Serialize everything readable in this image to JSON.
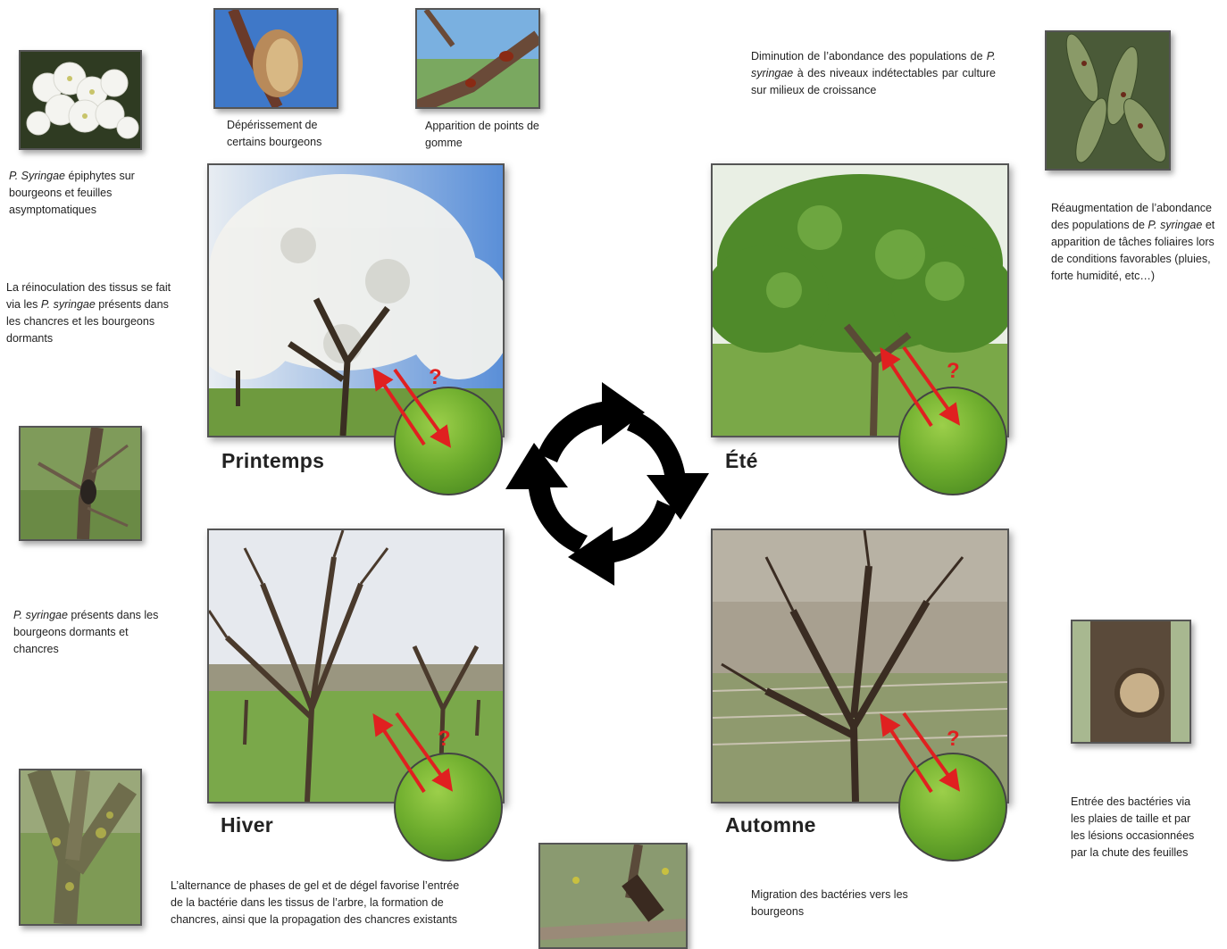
{
  "seasons": {
    "spring": "Printemps",
    "summer": "Été",
    "winter": "Hiver",
    "autumn": "Automne"
  },
  "question_mark": "?",
  "notes": {
    "epiphytes": {
      "italic": "P. Syringae",
      "text": " épiphytes sur bourgeons et feuilles asymptomatiques"
    },
    "reinoculation": {
      "pre": "La réinoculation des tissus se fait via les ",
      "italic": "P. syringae",
      "post": " présents dans les chancres et les bourgeons dormants"
    },
    "dormant": {
      "italic": "P. syringae",
      "text": " présents dans les bourgeons dormants et chancres"
    },
    "bud_dieback": "Dépérissement de certains bourgeons",
    "gum": "Apparition de points de gomme",
    "decrease": {
      "pre": "Diminution de l’abondance des populations de ",
      "italic": "P. syringae",
      "post": " à des niveaux indétectables par culture sur milieux de croissance"
    },
    "increase": {
      "pre": "Réaugmentation de l’abondance des populations de ",
      "italic": "P. syringae",
      "post": " et apparition de tâches foliaires lors de conditions favorables (pluies, forte humidité, etc…)"
    },
    "entry": "Entrée des bactéries via les plaies de taille et par les lésions occasionnées par la chute des feuilles",
    "migration": "Migration des bactéries vers les bourgeons",
    "freeze": "L’alternance de phases de gel et de dégel favorise l’entrée de la bactérie dans les tissus de l’arbre, la formation de chancres, ainsi que la propagation des chancres existants"
  },
  "colors": {
    "arrow_red": "#e02020",
    "cycle_arrow": "#000000",
    "grass": "#6fae2e"
  }
}
